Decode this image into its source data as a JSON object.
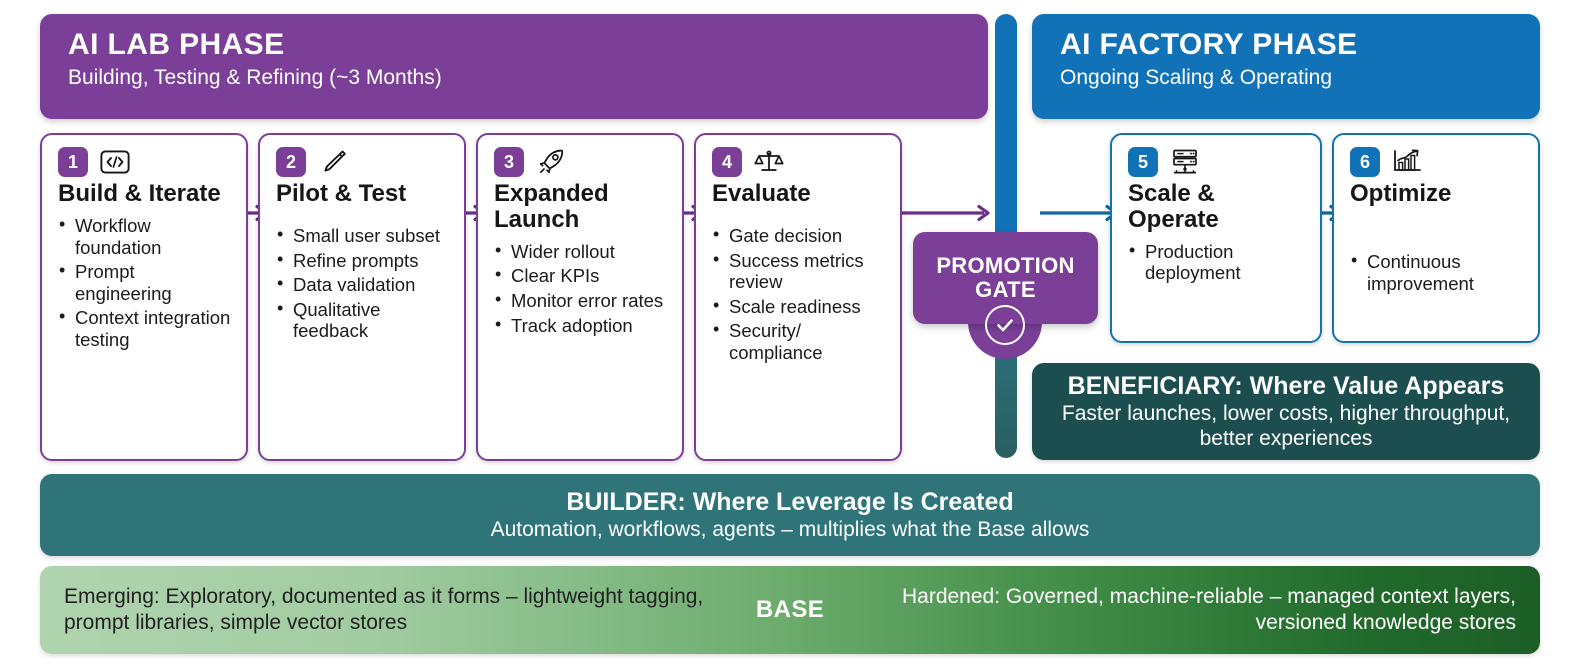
{
  "lab_phase": {
    "title": "AI LAB PHASE",
    "subtitle": "Building, Testing & Refining (~3 Months)",
    "color": "#7B3F98"
  },
  "factory_phase": {
    "title": "AI FACTORY PHASE",
    "subtitle": "Ongoing Scaling & Operating",
    "color": "#1272B8"
  },
  "steps": [
    {
      "number": "1",
      "icon": "code-brackets-icon",
      "title": "Build & Iterate",
      "bullets": [
        "Workflow foundation",
        "Prompt engineering",
        "Context integration testing"
      ]
    },
    {
      "number": "2",
      "icon": "pencil-icon",
      "title": "Pilot & Test",
      "bullets": [
        "Small user subset",
        "Refine prompts",
        "Data validation",
        "Qualitative feedback"
      ]
    },
    {
      "number": "3",
      "icon": "rocket-icon",
      "title": "Expanded Launch",
      "bullets": [
        "Wider rollout",
        "Clear KPIs",
        "Monitor error rates",
        "Track adoption"
      ]
    },
    {
      "number": "4",
      "icon": "scales-icon",
      "title": "Evaluate",
      "bullets": [
        "Gate decision",
        "Success metrics review",
        "Scale readiness",
        "Security/ compliance"
      ]
    },
    {
      "number": "5",
      "icon": "server-rack-icon",
      "title": "Scale & Operate",
      "bullets": [
        "Production deployment"
      ]
    },
    {
      "number": "6",
      "icon": "growth-chart-icon",
      "title": "Optimize",
      "bullets": [
        "Continuous improvement"
      ]
    }
  ],
  "promotion_gate": {
    "line1": "PROMOTION",
    "line2": "GATE",
    "icon": "check-circle-icon",
    "color": "#7B3F98"
  },
  "beneficiary_band": {
    "title": "BENEFICIARY: Where Value Appears",
    "subtitle": "Faster launches, lower costs, higher throughput, better experiences",
    "color": "#1D4E4F"
  },
  "builder_band": {
    "title": "BUILDER: Where Leverage Is Created",
    "subtitle": "Automation, workflows, agents – multiplies what the Base allows",
    "color": "#2E7479"
  },
  "base_band": {
    "left": "Emerging: Exploratory, documented as it forms – lightweight tagging, prompt libraries, simple vector stores",
    "center": "BASE",
    "right": "Hardened: Governed, machine-reliable – managed context layers, versioned knowledge stores"
  }
}
